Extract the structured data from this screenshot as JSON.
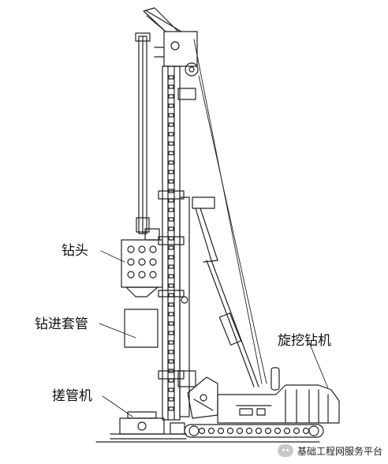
{
  "labels": {
    "drill_head": "钻头",
    "casing": "钻进套管",
    "rotary_rig": "旋挖钻机",
    "casing_oscillator": "搓管机"
  },
  "watermark": "基础工程网服务平台",
  "icons": {
    "watermark_icon": "wechat-bubble-icon"
  }
}
